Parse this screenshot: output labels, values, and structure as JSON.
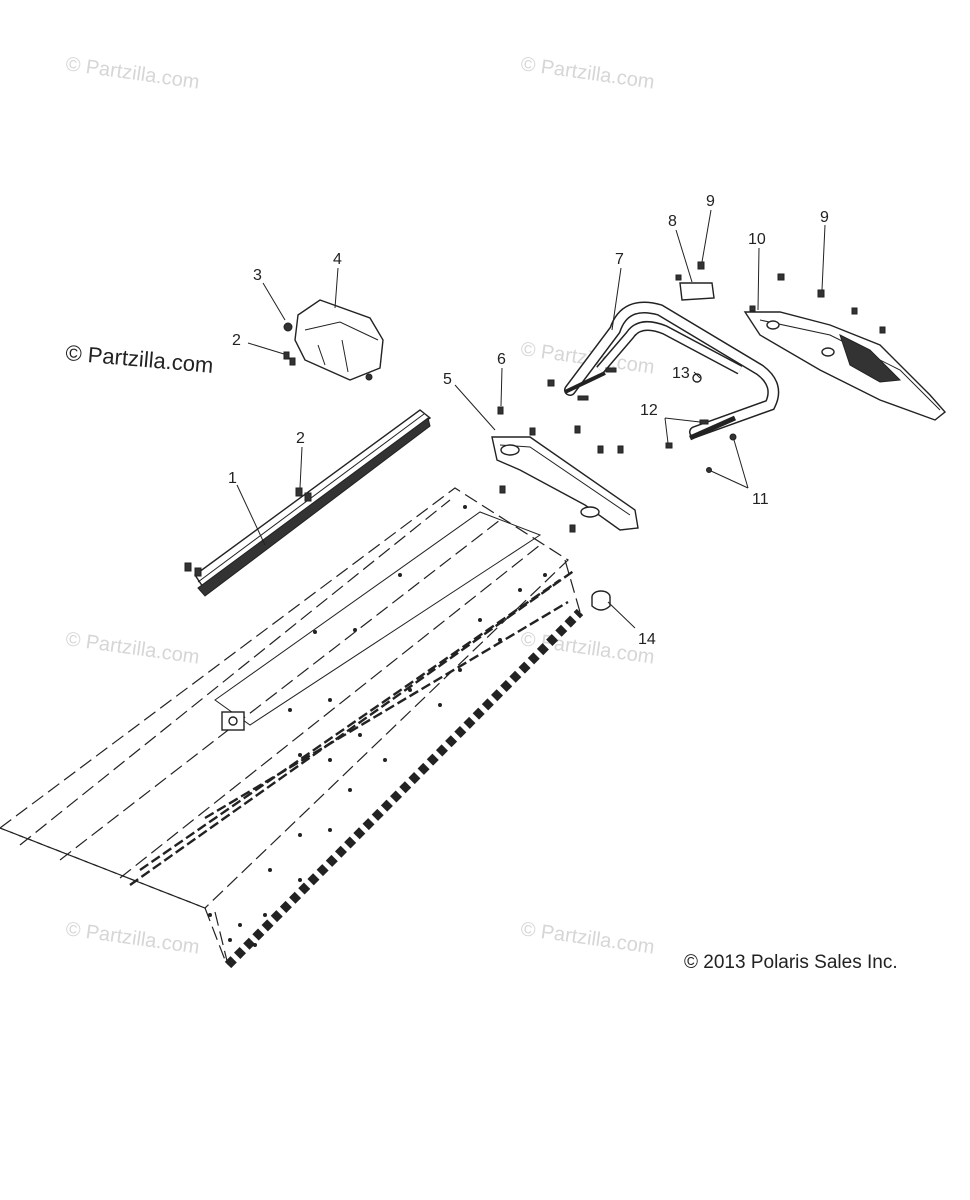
{
  "watermarks": [
    "© Partzilla.com",
    "© Partzilla.com",
    "© Partzilla.com",
    "© Partzilla.com",
    "© Partzilla.com",
    "© Partzilla.com",
    "© Partzilla.com",
    "© Partzilla.com"
  ],
  "watermark_main": "© Partzilla.com",
  "copyright": "© 2013 Polaris Sales Inc.",
  "callouts": {
    "c1": "1",
    "c2a": "2",
    "c2b": "2",
    "c3": "3",
    "c4": "4",
    "c5": "5",
    "c6": "6",
    "c7": "7",
    "c8": "8",
    "c9a": "9",
    "c9b": "9",
    "c10": "10",
    "c11": "11",
    "c12": "12",
    "c13": "13",
    "c14": "14"
  }
}
